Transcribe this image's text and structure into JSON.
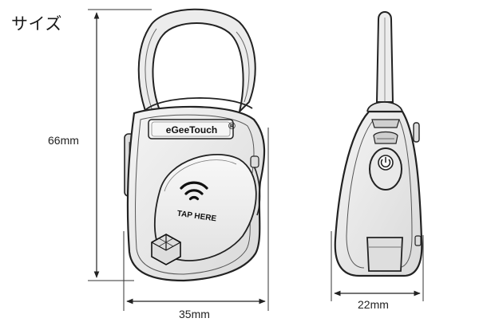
{
  "title": "サイズ",
  "brand": {
    "name": "eGeeTouch",
    "registered_mark": "®"
  },
  "tap_label": "TAP HERE",
  "dimensions": {
    "height": "66mm",
    "width": "35mm",
    "depth": "22mm"
  }
}
